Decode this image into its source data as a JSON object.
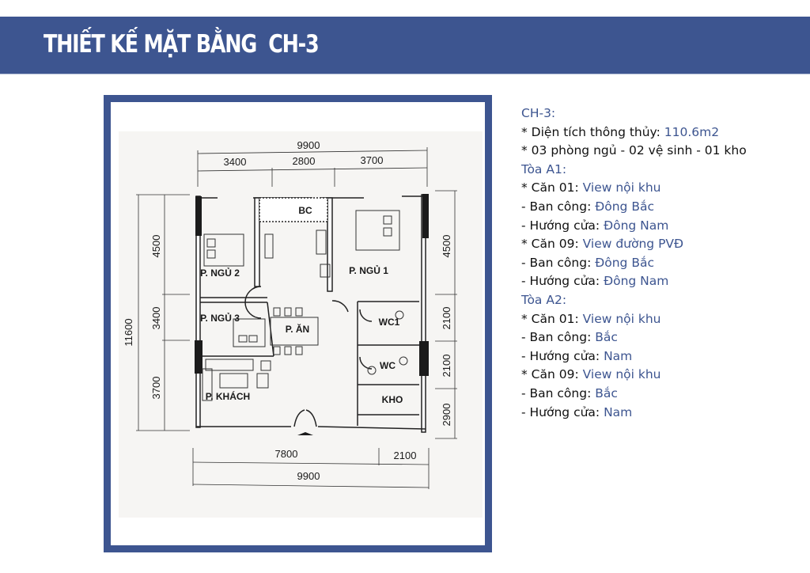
{
  "header": {
    "title": "THIẾT KẾ MẶT BẰNG  CH-3",
    "background_color": "#3d5590"
  },
  "floor_plan": {
    "frame_color": "#3d5590",
    "dimensions": {
      "top_total": "9900",
      "top_segments": [
        "3400",
        "2800",
        "3700"
      ],
      "bottom_segments": [
        "7800",
        "2100"
      ],
      "bottom_total": "9900",
      "left_total": "11600",
      "left_segments": [
        "4500",
        "3400",
        "3700"
      ],
      "right_segments": [
        "4500",
        "2100",
        "2100",
        "2900"
      ]
    },
    "rooms": {
      "balcony": "BC",
      "bedroom_1": "P. NGỦ 1",
      "bedroom_2": "P. NGỦ 2",
      "bedroom_3": "P. NGỦ 3",
      "dining": "P. ĂN",
      "wc_1": "WC1",
      "wc_2": "WC",
      "living": "P. KHÁCH",
      "storage": "KHO"
    }
  },
  "info": {
    "accent_color": "#3d5590",
    "unit_heading": "CH-3:",
    "area_label": "* Diện tích thông thủy: ",
    "area_value": "110.6m2",
    "rooms_summary": "* 03 phòng ngủ - 02 vệ sinh - 01 kho",
    "towers": [
      {
        "heading": "Tòa A1:",
        "units": [
          {
            "unit_label": "* Căn 01: ",
            "view": "View nội khu",
            "balcony_label": "- Ban công: ",
            "balcony": "Đông Bắc",
            "door_label": "- Hướng cửa: ",
            "door": "Đông Nam"
          },
          {
            "unit_label": "* Căn 09: ",
            "view": "View đường PVĐ",
            "balcony_label": "- Ban công: ",
            "balcony": "Đông Bắc",
            "door_label": "- Hướng cửa: ",
            "door": "Đông Nam"
          }
        ]
      },
      {
        "heading": "Tòa A2:",
        "units": [
          {
            "unit_label": "* Căn 01: ",
            "view": "View nội khu",
            "balcony_label": "- Ban công: ",
            "balcony": "Bắc",
            "door_label": "- Hướng cửa: ",
            "door": "Nam"
          },
          {
            "unit_label": "* Căn 09: ",
            "view": "View nội khu",
            "balcony_label": "- Ban công: ",
            "balcony": "Bắc",
            "door_label": "- Hướng cửa: ",
            "door": "Nam"
          }
        ]
      }
    ]
  }
}
